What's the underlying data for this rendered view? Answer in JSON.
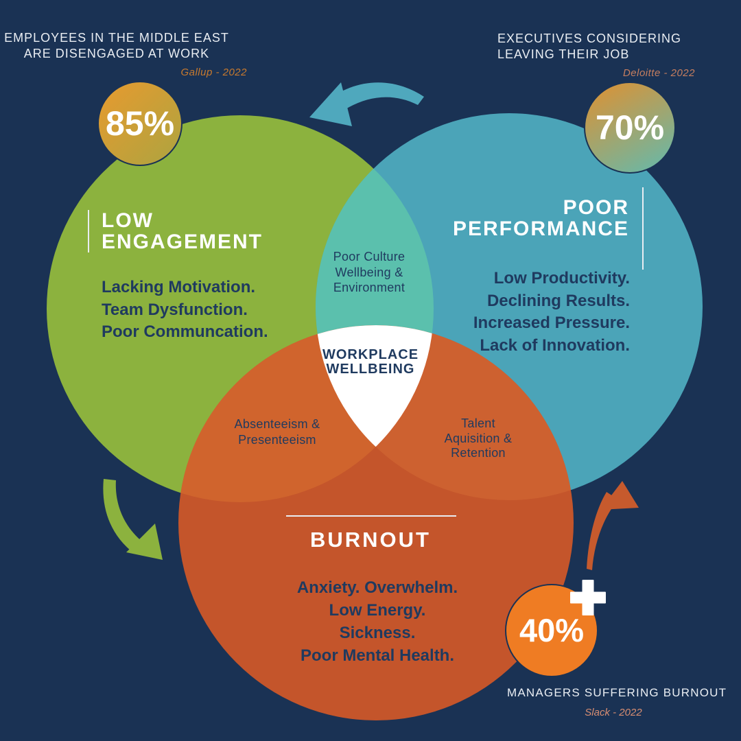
{
  "colors": {
    "background": "#1A3254",
    "circle_green": "#8CB23E",
    "circle_blue": "#4BA4B8",
    "circle_orange": "#C4552B",
    "overlap_green_blue": "#5BC0AD",
    "overlap_green_orange": "#D0642D",
    "overlap_blue_orange": "#CD6130",
    "overlap_center": "#FFFFFF",
    "text_navy": "#1F3A5F",
    "text_white": "#EAEEF3",
    "badge85_from": "#E89A2F",
    "badge85_to": "#ACA440",
    "badge70_from": "#D89338",
    "badge70_to": "#6CB7A4",
    "badge40_fill": "#EF7C23",
    "badge_stroke": "#1A3254",
    "arrow_blue": "#4FA8BD",
    "arrow_green": "#8CB23E",
    "arrow_orange": "#C65A2D",
    "source_gallup": "#C87A2E",
    "source_deloitte": "#C67E5F",
    "source_slack": "#D98E72",
    "rule_white": "#E9EDF2",
    "plus_white": "#FFFFFF"
  },
  "stats": {
    "gallup": {
      "value": "85%",
      "line1": "EMPLOYEES IN THE MIDDLE EAST",
      "line2": "ARE DISENGAGED AT WORK",
      "source": "Gallup - 2022"
    },
    "deloitte": {
      "value": "70%",
      "line1": "EXECUTIVES CONSIDERING",
      "line2": "LEAVING THEIR JOB",
      "source": "Deloitte - 2022"
    },
    "slack": {
      "value": "40%",
      "label": "MANAGERS SUFFERING BURNOUT",
      "source": "Slack - 2022"
    }
  },
  "venn": {
    "center": {
      "line1": "WORKPLACE",
      "line2": "WELLBEING"
    },
    "engagement": {
      "title_line1": "LOW",
      "title_line2": "ENGAGEMENT",
      "items": [
        "Lacking Motivation.",
        "Team Dysfunction.",
        "Poor Communcation."
      ]
    },
    "performance": {
      "title_line1": "POOR",
      "title_line2": "PERFORMANCE",
      "items": [
        "Low Productivity.",
        "Declining Results.",
        "Increased Pressure.",
        "Lack of Innovation."
      ]
    },
    "burnout": {
      "title": "BURNOUT",
      "items": [
        "Anxiety. Overwhelm.",
        "Low Energy.",
        "Sickness.",
        "Poor Mental Health."
      ]
    },
    "overlap_top": {
      "line1": "Poor Culture",
      "line2": "Wellbeing &",
      "line3": "Environment"
    },
    "overlap_left": {
      "line1": "Absenteeism &",
      "line2": "Presenteeism"
    },
    "overlap_right": {
      "line1": "Talent",
      "line2": "Aquisition &",
      "line3": "Retention"
    }
  },
  "icons": {
    "arrow_top": "curved-arrow-pointing-left",
    "arrow_left": "curved-arrow-pointing-down-right",
    "arrow_right": "curved-arrow-pointing-up",
    "plus": "plus-sign"
  }
}
